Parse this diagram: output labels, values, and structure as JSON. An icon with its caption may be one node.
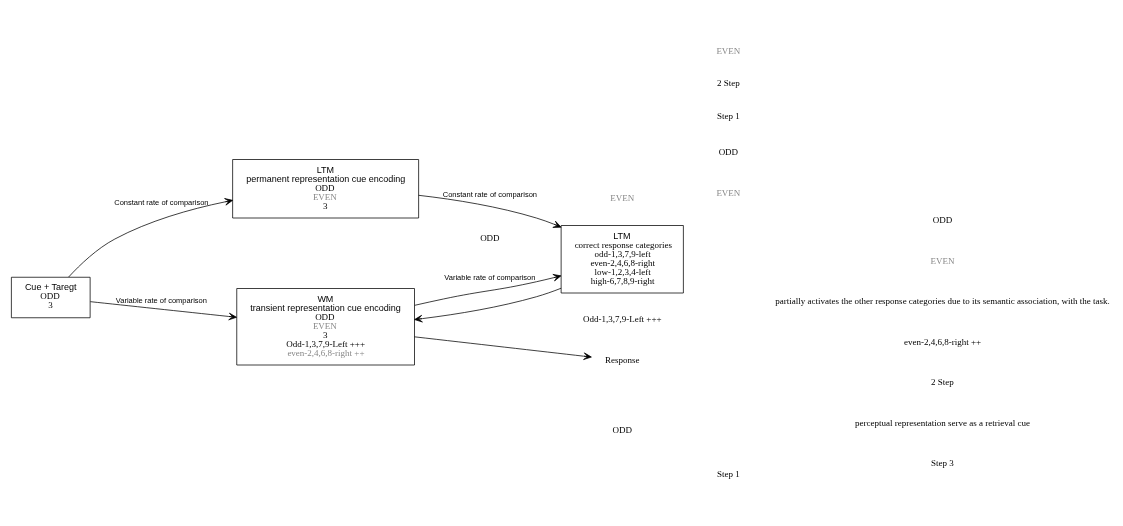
{
  "diagram": {
    "nodes": [
      {
        "text": [
          "WM",
          "transient representation cue encoding",
          "ODD",
          "EVEN",
          "3",
          "Odd-1,3,7,9-Left +++",
          "even-2,4,6,8-right ++"
        ]
      },
      {
        "text": [
          "Cue + Taregt",
          "ODD",
          "3"
        ]
      },
      {
        "text": [
          "LTM",
          "permanent representation cue encoding",
          "ODD",
          "EVEN",
          "3"
        ]
      },
      {
        "text": [
          "LTM",
          "correct response categories",
          "odd-1,3,7,9-left",
          "even-2,4,6,8-right",
          "low-1,2,3,4-left",
          "high-6,7,8,9-right"
        ]
      },
      {
        "text": [
          "Response"
        ]
      }
    ],
    "edges": [
      {
        "from": 1,
        "to": 0,
        "arrow": "to",
        "label": "Variable rate of comparison"
      },
      {
        "from": 1,
        "to": 2,
        "arrow": "to",
        "label": "Constant rate of comparison"
      },
      {
        "from": 2,
        "to": 3,
        "arrow": "to",
        "label": "Constant rate of comparison"
      },
      {
        "from": 0,
        "to": 3,
        "arrow": "to",
        "label": "Variable rate of comparison"
      },
      {
        "from": 3,
        "to": 0,
        "arrow": "to"
      },
      {
        "from": 0,
        "to": 4,
        "arrow": "to"
      }
    ],
    "labels": [
      "Step 1",
      "Step 1",
      "Step 3",
      "ODD",
      "EVEN",
      "ODD",
      "EVEN",
      "2 Step",
      "2 Step",
      "ODD",
      "EVEN",
      "perceptual representation serve as a retrieval cue",
      "ODD",
      "EVEN",
      "Odd-1,3,7,9-Left +++",
      "partially activates the other response categories due to its semantic association, with the task.",
      "even-2,4,6,8-right ++"
    ]
  }
}
